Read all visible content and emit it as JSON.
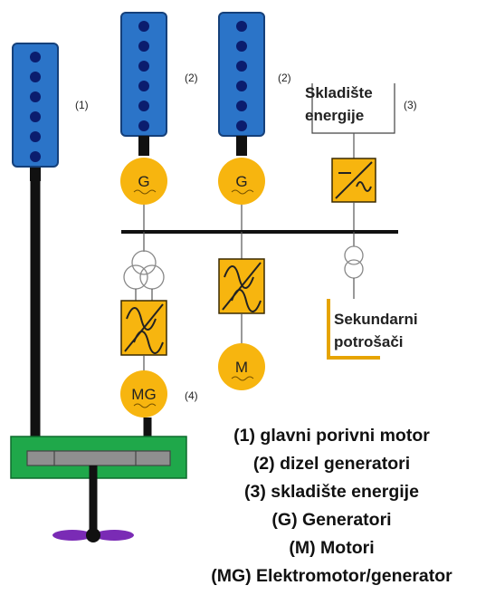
{
  "labels": {
    "main_engine": "(1)",
    "diesel_gen_1": "(2)",
    "diesel_gen_2": "(2)",
    "storage_num": "(3)",
    "mg_num": "(4)",
    "storage_line1": "Skladište",
    "storage_line2": "energije",
    "secondary_line1": "Sekundarni",
    "secondary_line2": "potrošači",
    "g1": "G",
    "g2": "G",
    "m": "M",
    "mg": "MG"
  },
  "legend": [
    "(1) glavni porivni motor",
    "(2) dizel generatori",
    "(3) skladište energije",
    "(G) Generatori",
    "(M) Motori",
    "(MG) Elektromotor/generator"
  ],
  "colors": {
    "engine_blue": "#2b74c8",
    "cylinder_dot": "#0b1d6e",
    "machine_yellow": "#f7b50f",
    "converter_yellow": "#f7b50f",
    "gearbox_green": "#1fa84a",
    "propeller_purple": "#7a2bb5"
  }
}
